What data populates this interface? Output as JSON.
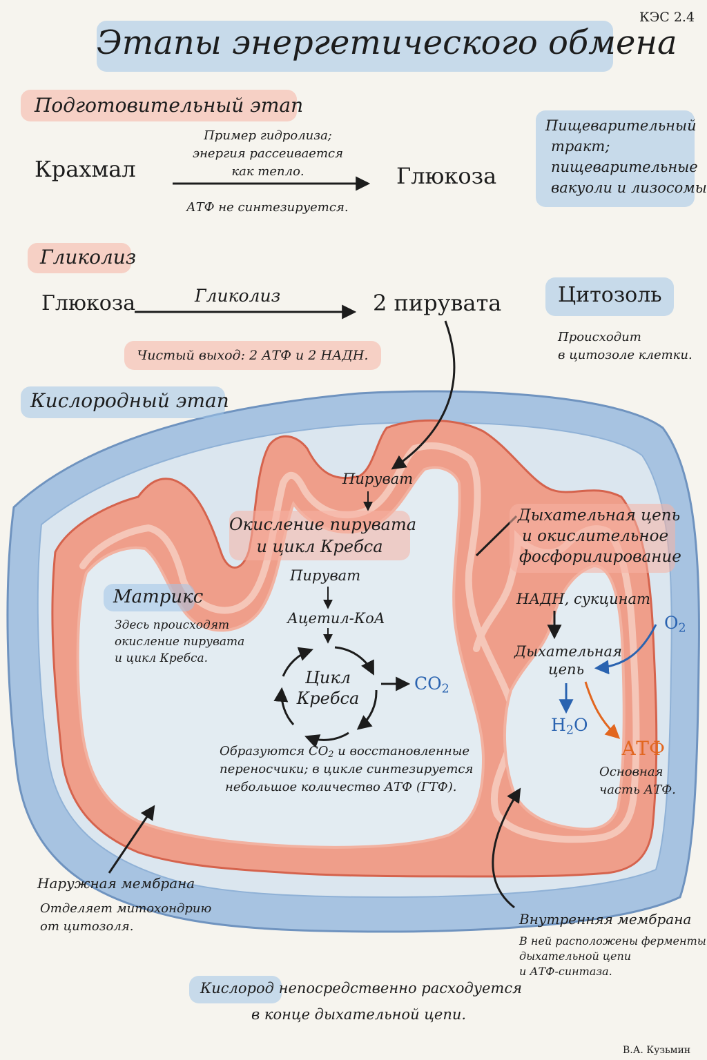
{
  "code": "КЭС 2.4",
  "title": "Этапы энергетического обмена",
  "author": "В.А. Кузьмин",
  "prep": {
    "heading": "Подготовительный этап",
    "from": "Крахмал",
    "to": "Глюкоза",
    "note_line1": "Пример гидролиза;",
    "note_line2": "энергия рассеивается",
    "note_line3": "как тепло.",
    "atp_note": "АТФ не синтезируется.",
    "location_line1": "Пищеварительный",
    "location_line2": "тракт;",
    "location_line3": "пищеварительные",
    "location_line4": "вакуоли и лизосомы"
  },
  "glycolysis": {
    "heading": "Гликолиз",
    "from": "Глюкоза",
    "arrow_label": "Гликолиз",
    "to": "2 пирувата",
    "net_yield": "Чистый выход: 2 АТФ и 2 НАДН.",
    "location": "Цитозоль",
    "location_note_line1": "Происходит",
    "location_note_line2": "в цитозоле клетки."
  },
  "oxygen": {
    "heading": "Кислородный этап",
    "pyruvate_top": "Пируват",
    "krebs_heading_line1": "Окисление пирувата",
    "krebs_heading_line2": "и цикл Кребса",
    "pyruvate": "Пируват",
    "acetyl": "Ацетил-КоА",
    "cycle_line1": "Цикл",
    "cycle_line2": "Кребса",
    "co2_main": "CO",
    "co2_sub": "2",
    "krebs_note_a": "Образуются CO",
    "krebs_note_sub": "2",
    "krebs_note_b": " и восстановленные",
    "krebs_note_line2": "переносчики; в цикле синтезируется",
    "krebs_note_line3": "небольшое количество АТФ (ГТФ).",
    "matrix_heading": "Матрикс",
    "matrix_line1": "Здесь происходят",
    "matrix_line2": "окисление пирувата",
    "matrix_line3": "и цикл Кребса.",
    "chain_heading_line1": "Дыхательная цепь",
    "chain_heading_line2": "и окислительное",
    "chain_heading_line3": "фосфорилирование",
    "chain_input": "НАДН, сукцинат",
    "chain_line1": "Дыхательная",
    "chain_line2": "цепь",
    "o2_main": "O",
    "o2_sub": "2",
    "h2o_a": "H",
    "h2o_sub": "2",
    "h2o_b": "O",
    "atp": "АТФ",
    "atp_note_line1": "Основная",
    "atp_note_line2": "часть АТФ.",
    "outer_heading": "Наружная мембрана",
    "outer_line1": "Отделяет митохондрию",
    "outer_line2": "от цитозоля.",
    "inner_heading": "Внутренняя мембрана",
    "inner_line1": "В ней расположены ферменты",
    "inner_line2": "дыхательной цепи",
    "inner_line3": "и АТФ-синтаза.",
    "final_word": "Кислород",
    "final_rest": " непосредственно расходуется",
    "final_line2": "в конце дыхательной цепи."
  },
  "colors": {
    "outer_membrane": "#8fb1d6",
    "inner_membrane": "#e98c77",
    "matrix": "#e4edf2",
    "co2": "#2a63b0",
    "h2o": "#2a63b0",
    "o2": "#2a63b0",
    "atp": "#e2661f"
  }
}
